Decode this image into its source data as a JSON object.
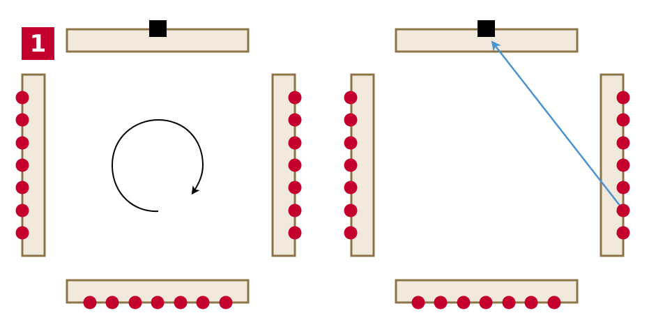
{
  "badge": {
    "label": "1"
  },
  "colors": {
    "background": "#ffffff",
    "wall_fill": "#f2e9dd",
    "wall_border": "#8b7447",
    "marker": "#c4002f",
    "speaker": "#000000",
    "rotation_arrow": "#000000",
    "reflection_arrow": "#4a93cf",
    "badge_background": "#c4002f",
    "badge_text": "#ffffff"
  },
  "panels": [
    {
      "name": "left-room",
      "marker_rows": [
        "left-wall",
        "right-wall",
        "bottom-wall"
      ],
      "speaker_icon": "black-square-icon",
      "annotation_icon": "clockwise-rotation-arrow-icon"
    },
    {
      "name": "right-room",
      "marker_rows": [
        "left-wall",
        "right-wall",
        "bottom-wall"
      ],
      "speaker_icon": "black-square-icon",
      "annotation_icon": "reflection-arrow-icon"
    }
  ]
}
